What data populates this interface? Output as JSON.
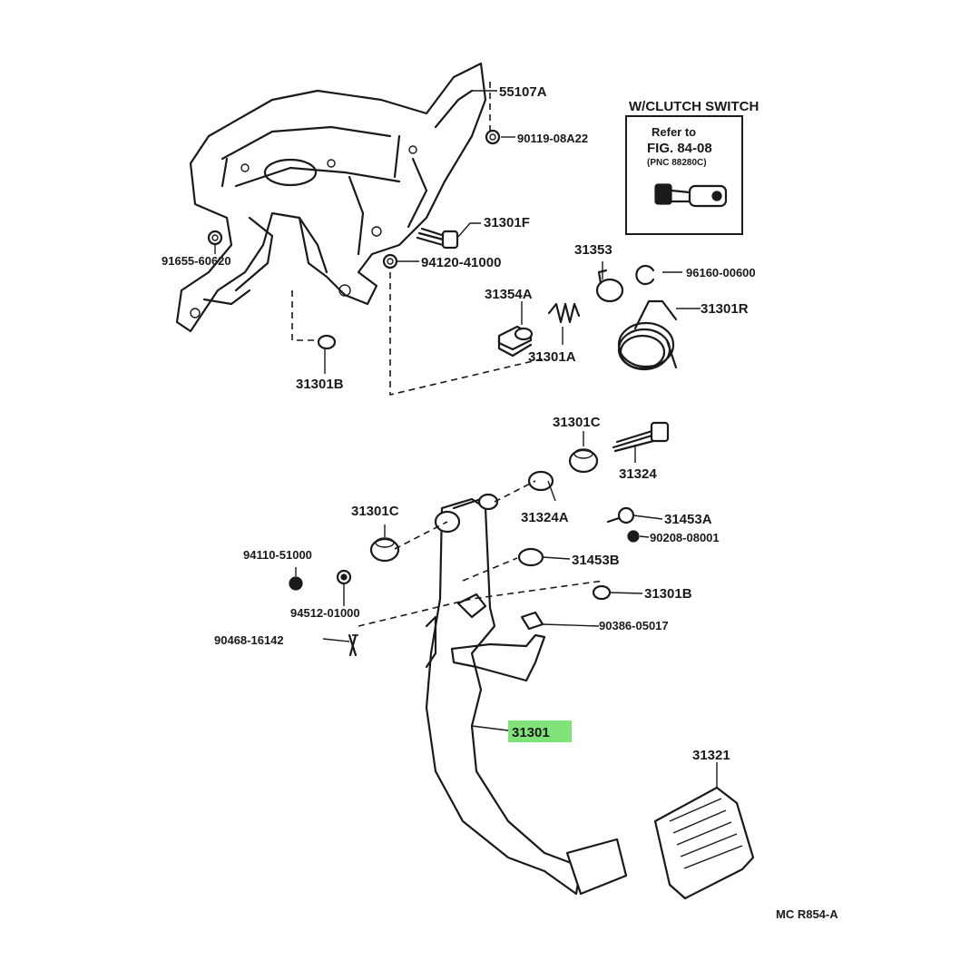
{
  "diagram": {
    "callouts": {
      "c55107A": "55107A",
      "c90119": "90119-08A22",
      "c31301F": "31301F",
      "c91655": "91655-60620",
      "c94120": "94120-41000",
      "c31353": "31353",
      "c96160": "96160-00600",
      "c31354A": "31354A",
      "c31301R": "31301R",
      "c31301A": "31301A",
      "c31301B_top": "31301B",
      "c31301C_right": "31301C",
      "c31324": "31324",
      "c31324A": "31324A",
      "c31453A": "31453A",
      "c31301C_left": "31301C",
      "c90208": "90208-08001",
      "c94110": "94110-51000",
      "c31453B": "31453B",
      "c31301B_bottom": "31301B",
      "c94512": "94512-01000",
      "c90386": "90386-05017",
      "c90468": "90468-16142",
      "c31301": "31301",
      "c31321": "31321"
    },
    "clutch_switch_box": {
      "title": "W/CLUTCH SWITCH",
      "line1": "Refer to",
      "line2": "FIG. 84-08",
      "line3": "(PNC 88280C)"
    },
    "figure_code": "MC R854-A",
    "highlight_color": "#7fe37a"
  }
}
